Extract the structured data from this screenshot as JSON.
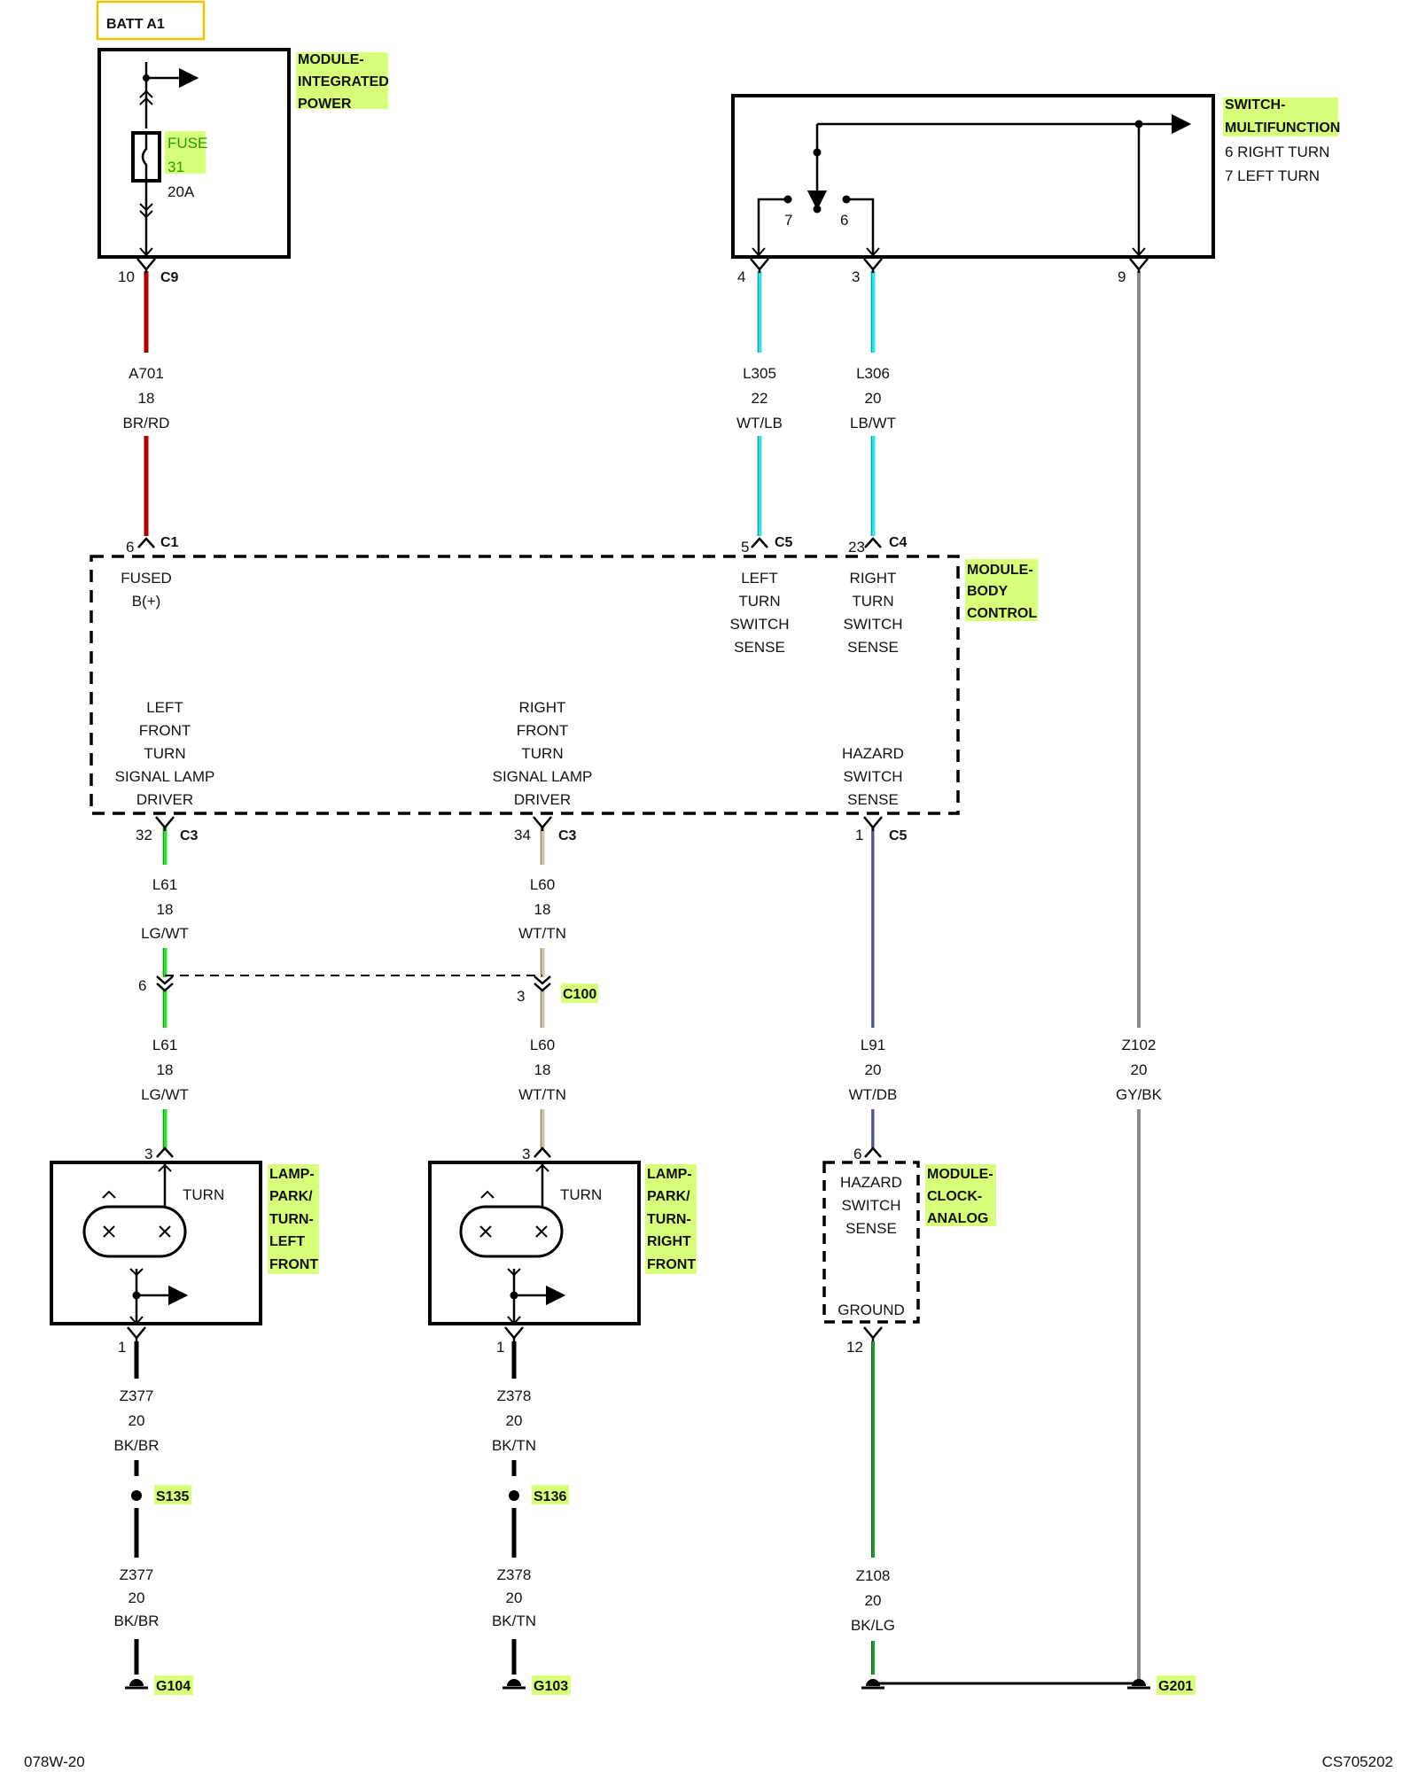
{
  "batt": {
    "label": "BATT A1"
  },
  "modules": {
    "integrated_power": {
      "lines": [
        "MODULE-",
        "INTEGRATED",
        "POWER"
      ],
      "fuse": [
        "FUSE",
        "31"
      ],
      "fuse_rating": "20A"
    },
    "multifunction_switch": {
      "lines": [
        "SWITCH-",
        "MULTIFUNCTION"
      ],
      "notes": [
        "6 RIGHT TURN",
        "7 LEFT TURN"
      ],
      "contact_left": "7",
      "contact_right": "6"
    },
    "body_control": {
      "lines": [
        "MODULE-",
        "BODY",
        "CONTROL"
      ],
      "fused_b": [
        "FUSED",
        "B(+)"
      ],
      "left_turn_sense": [
        "LEFT",
        "TURN",
        "SWITCH",
        "SENSE"
      ],
      "right_turn_sense": [
        "RIGHT",
        "TURN",
        "SWITCH",
        "SENSE"
      ],
      "left_front_driver": [
        "LEFT",
        "FRONT",
        "TURN",
        "SIGNAL LAMP",
        "DRIVER"
      ],
      "right_front_driver": [
        "RIGHT",
        "FRONT",
        "TURN",
        "SIGNAL LAMP",
        "DRIVER"
      ],
      "hazard_sense": [
        "HAZARD",
        "SWITCH",
        "SENSE"
      ]
    },
    "lamp_left": {
      "lines": [
        "LAMP-",
        "PARK/",
        "TURN-",
        "LEFT",
        "FRONT"
      ],
      "turn": "TURN"
    },
    "lamp_right": {
      "lines": [
        "LAMP-",
        "PARK/",
        "TURN-",
        "RIGHT",
        "FRONT"
      ],
      "turn": "TURN"
    },
    "clock": {
      "lines": [
        "MODULE-",
        "CLOCK-",
        "ANALOG"
      ],
      "hazard": [
        "HAZARD",
        "SWITCH",
        "SENSE"
      ],
      "ground": "GROUND"
    }
  },
  "connectors": {
    "ipm_c9": {
      "pin": "10",
      "name": "C9"
    },
    "msw_4": {
      "pin": "4"
    },
    "msw_3": {
      "pin": "3"
    },
    "msw_9": {
      "pin": "9"
    },
    "bcm_c1": {
      "pin": "6",
      "name": "C1"
    },
    "bcm_c5_top": {
      "pin": "5",
      "name": "C5"
    },
    "bcm_c4": {
      "pin": "23",
      "name": "C4"
    },
    "bcm_c3_32": {
      "pin": "32",
      "name": "C3"
    },
    "bcm_c3_34": {
      "pin": "34",
      "name": "C3"
    },
    "bcm_c5_bottom": {
      "pin": "1",
      "name": "C5"
    },
    "c100_left": {
      "pin": "6"
    },
    "c100_right": {
      "pin": "3",
      "name": "C100"
    },
    "lamp_left_3": {
      "pin": "3"
    },
    "lamp_right_3": {
      "pin": "3"
    },
    "clock_6": {
      "pin": "6"
    },
    "lamp_left_1": {
      "pin": "1"
    },
    "lamp_right_1": {
      "pin": "1"
    },
    "clock_12": {
      "pin": "12"
    }
  },
  "wires": {
    "a701": {
      "circuit": "A701",
      "gauge": "18",
      "color": "BR/RD",
      "stroke": "#c00000"
    },
    "l305": {
      "circuit": "L305",
      "gauge": "22",
      "color": "WT/LB",
      "stroke": "#35e0e6"
    },
    "l306": {
      "circuit": "L306",
      "gauge": "20",
      "color": "LB/WT",
      "stroke": "#27e6f0"
    },
    "l61_a": {
      "circuit": "L61",
      "gauge": "18",
      "color": "LG/WT",
      "stroke": "#2fe02f"
    },
    "l60_a": {
      "circuit": "L60",
      "gauge": "18",
      "color": "WT/TN",
      "stroke": "#cfc5a6"
    },
    "l61_b": {
      "circuit": "L61",
      "gauge": "18",
      "color": "LG/WT",
      "stroke": "#2fe02f"
    },
    "l60_b": {
      "circuit": "L60",
      "gauge": "18",
      "color": "WT/TN",
      "stroke": "#cfc5a6"
    },
    "l91": {
      "circuit": "L91",
      "gauge": "20",
      "color": "WT/DB",
      "stroke": "#4a4fb0"
    },
    "z102": {
      "circuit": "Z102",
      "gauge": "20",
      "color": "GY/BK",
      "stroke": "#8a8a8a"
    },
    "z377_a": {
      "circuit": "Z377",
      "gauge": "20",
      "color": "BK/BR",
      "stroke": "#000000"
    },
    "z378_a": {
      "circuit": "Z378",
      "gauge": "20",
      "color": "BK/TN",
      "stroke": "#000000"
    },
    "z377_b": {
      "circuit": "Z377",
      "gauge": "20",
      "color": "BK/BR",
      "stroke": "#000000"
    },
    "z378_b": {
      "circuit": "Z378",
      "gauge": "20",
      "color": "BK/TN",
      "stroke": "#000000"
    },
    "z108": {
      "circuit": "Z108",
      "gauge": "20",
      "color": "BK/LG",
      "stroke": "#1d9a2a"
    }
  },
  "splices": {
    "s135": "S135",
    "s136": "S136"
  },
  "grounds": {
    "g104": "G104",
    "g103": "G103",
    "g201": "G201"
  },
  "footer": {
    "left": "078W-20",
    "right": "CS705202"
  },
  "colors": {
    "highlight": "#d8ff7a",
    "batt_border": "#f2c200"
  }
}
